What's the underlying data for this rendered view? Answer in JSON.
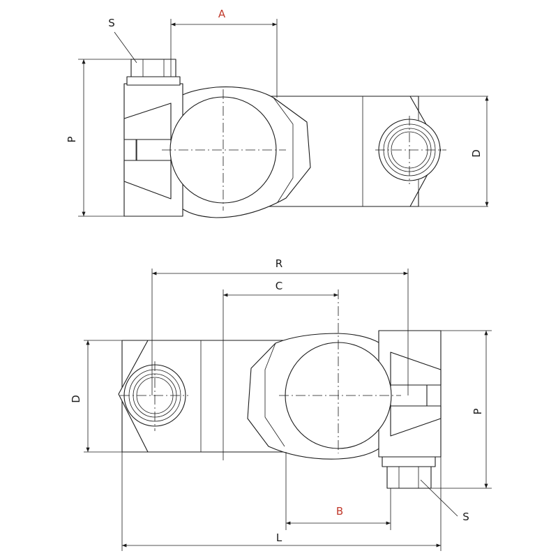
{
  "colors": {
    "line": "#1a1a1a",
    "highlight_label": "#c0392b",
    "background": "#ffffff"
  },
  "top_view": {
    "labels": {
      "A": "A",
      "P": "P",
      "D": "D",
      "S": "S"
    }
  },
  "bottom_view": {
    "labels": {
      "R": "R",
      "C": "C",
      "D": "D",
      "P": "P",
      "B": "B",
      "L": "L",
      "S": "S"
    }
  }
}
